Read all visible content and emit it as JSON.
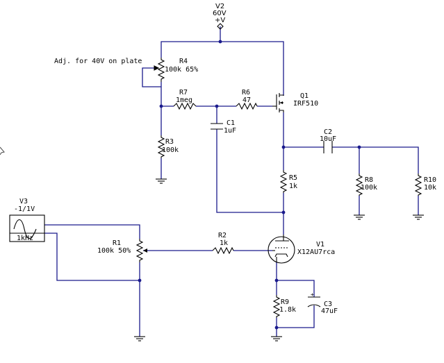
{
  "annotation": "Adj. for 40V on plate",
  "components": {
    "V2": {
      "ref": "V2",
      "value": "60V",
      "symbol": "+V"
    },
    "R4": {
      "ref": "R4",
      "value": "100k 65%"
    },
    "R7": {
      "ref": "R7",
      "value": "1meg"
    },
    "R6": {
      "ref": "R6",
      "value": "47"
    },
    "Q1": {
      "ref": "Q1",
      "value": "IRF510"
    },
    "C1": {
      "ref": "C1",
      "value": "1uF"
    },
    "R3": {
      "ref": "R3",
      "value": "100k"
    },
    "C2": {
      "ref": "C2",
      "value": "10uF"
    },
    "R5": {
      "ref": "R5",
      "value": "1k"
    },
    "R8": {
      "ref": "R8",
      "value": "100k"
    },
    "R10": {
      "ref": "R10",
      "value": "10k"
    },
    "V3": {
      "ref": "V3",
      "value": "-1/1V",
      "freq": "1kHz"
    },
    "R1": {
      "ref": "R1",
      "value": "100k 50%"
    },
    "R2": {
      "ref": "R2",
      "value": "1k"
    },
    "V1": {
      "ref": "V1",
      "value": "X12AU7rca"
    },
    "R9": {
      "ref": "R9",
      "value": "1.8k"
    },
    "C3": {
      "ref": "C3",
      "value": "47uF"
    }
  },
  "colors": {
    "wire": "#1a1a8c",
    "component": "#000000",
    "background": "#ffffff"
  }
}
